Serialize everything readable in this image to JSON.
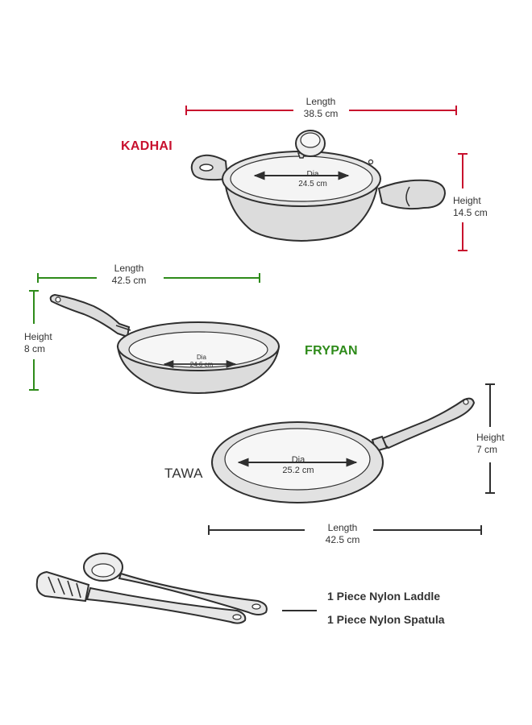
{
  "colors": {
    "kadhai": "#c8102e",
    "frypan": "#2e8b1a",
    "tawa": "#333333",
    "outline": "#2f2f2f",
    "fill": "#dcdcdc"
  },
  "kadhai": {
    "name": "KADHAI",
    "length": {
      "label": "Length",
      "value": "38.5 cm"
    },
    "height": {
      "label": "Height",
      "value": "14.5 cm"
    },
    "dia": {
      "label": "Dia",
      "value": "24.5 cm"
    }
  },
  "frypan": {
    "name": "FRYPAN",
    "length": {
      "label": "Length",
      "value": "42.5 cm"
    },
    "height": {
      "label": "Height",
      "value": "8 cm"
    },
    "dia": {
      "label": "Dia",
      "value": "24.6 cm"
    }
  },
  "tawa": {
    "name": "TAWA",
    "length": {
      "label": "Length",
      "value": "42.5 cm"
    },
    "height": {
      "label": "Height",
      "value": "7 cm"
    },
    "dia": {
      "label": "Dia",
      "value": "25.2 cm"
    }
  },
  "accessories": [
    "1 Piece Nylon Laddle",
    "1 Piece Nylon Spatula"
  ]
}
